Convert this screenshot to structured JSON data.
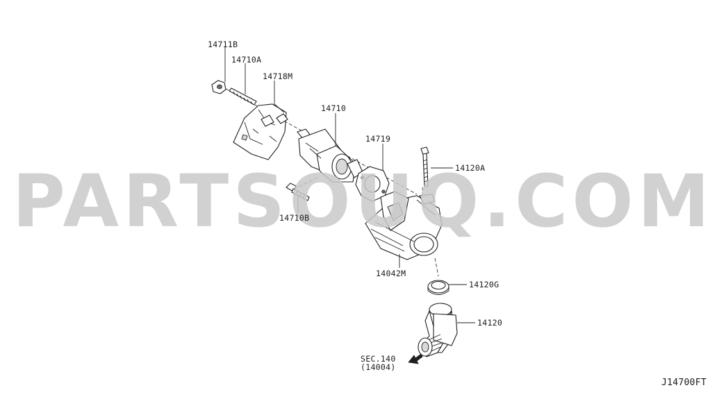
{
  "watermark": "PARTSOUQ.COM",
  "callouts": {
    "p14711B": "14711B",
    "p14710A": "14710A",
    "p14718M": "14718M",
    "p14710": "14710",
    "p14719": "14719",
    "p14120A": "14120A",
    "p14710B": "14710B",
    "p14042M": "14042M",
    "p14120G": "14120G",
    "p14120": "14120"
  },
  "section_ref": {
    "line1": "SEC.140",
    "line2": "(14004)"
  },
  "diagram_code": "J14700FT"
}
